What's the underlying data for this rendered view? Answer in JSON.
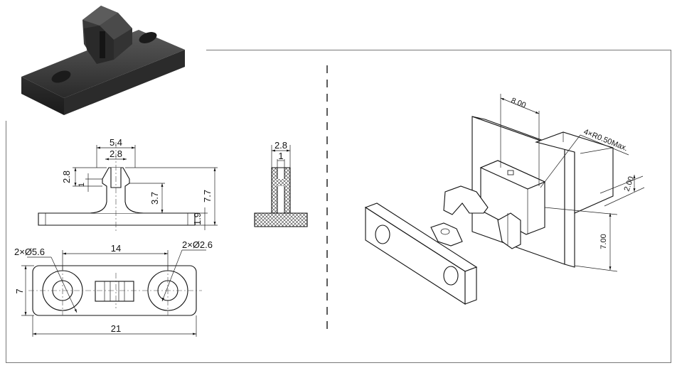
{
  "front_view": {
    "width_top": "5.4",
    "width_slot": "2.8",
    "height_head": "2.8",
    "height_lip": "1",
    "height_stem": "3.7",
    "height_total": "7.7",
    "height_base": "1.9"
  },
  "section_view": {
    "width_outer": "2.8",
    "width_inner": "1"
  },
  "top_view": {
    "hole_large": "2×Ø5.6",
    "hole_spacing": "14",
    "hole_small": "2×Ø2.6",
    "height": "7",
    "length": "21"
  },
  "assembly": {
    "dim_width": "8.00",
    "dim_radius": "4×R0.50Max.",
    "dim_gap": "2.00",
    "dim_height": "7.00"
  }
}
